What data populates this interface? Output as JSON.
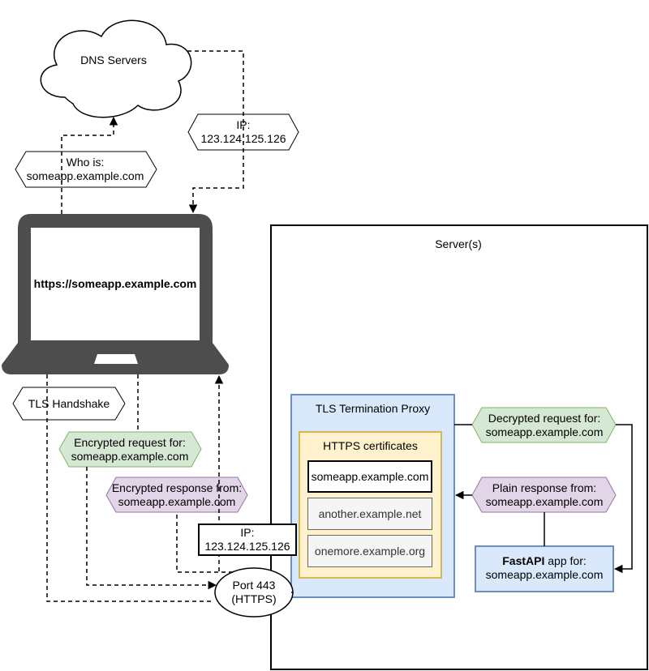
{
  "dns": {
    "label": "DNS Servers"
  },
  "who_is": {
    "label": "Who is:\nsomeapp.example.com"
  },
  "ip_top": {
    "label": "IP:\n123.124.125.126"
  },
  "laptop": {
    "url": "https://someapp.example.com"
  },
  "server": {
    "label": "Server(s)"
  },
  "tls_handshake": {
    "label": "TLS Handshake"
  },
  "encrypted_request": {
    "label": "Encrypted request for:\nsomeapp.example.com"
  },
  "encrypted_response": {
    "label": "Encrypted response from:\nsomeapp.example.com"
  },
  "ip_port": {
    "label": "IP:\n123.124.125.126"
  },
  "port": {
    "label": "Port 443\n(HTTPS)"
  },
  "proxy": {
    "label": "TLS Termination Proxy"
  },
  "certificates": {
    "label": "HTTPS certificates",
    "items": [
      "someapp.example.com",
      "another.example.net",
      "onemore.example.org"
    ]
  },
  "decrypted_request": {
    "label": "Decrypted request for:\nsomeapp.example.com"
  },
  "plain_response": {
    "label": "Plain response from:\nsomeapp.example.com"
  },
  "fastapi": {
    "bold": "FastAPI",
    "rest": " app for:",
    "line2": "someapp.example.com"
  },
  "colors": {
    "green_fill": "#d5e8d4",
    "green_stroke": "#82b366",
    "purple_fill": "#e1d5e7",
    "purple_stroke": "#9673a6",
    "blue_fill": "#dae8fc",
    "blue_stroke": "#6c8ebf",
    "yellow_fill": "#fff2cc",
    "yellow_stroke": "#d6b656",
    "laptop": "#4d4d4d"
  }
}
